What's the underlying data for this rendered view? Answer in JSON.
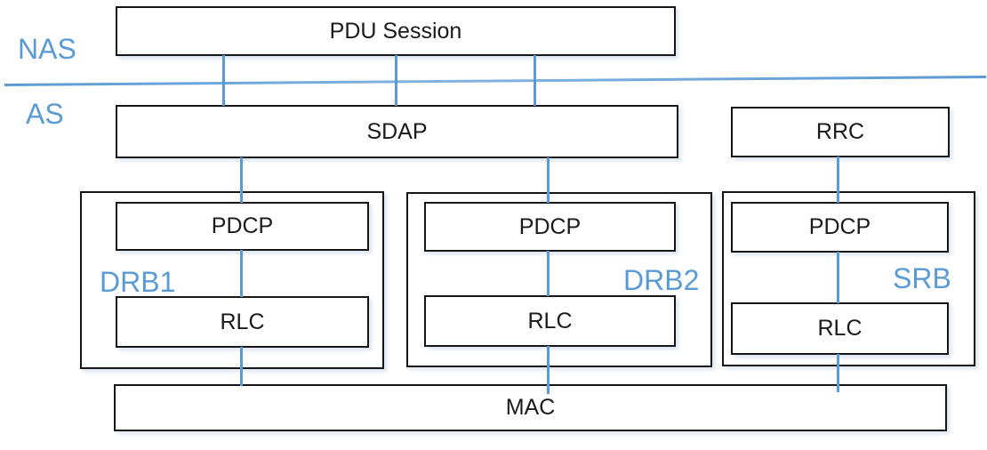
{
  "palette": {
    "accent_blue": "#5B9BD5",
    "box_border": "#161616",
    "box_fill": "#FFFFFF"
  },
  "layer_labels": {
    "nas": "NAS",
    "as": "AS"
  },
  "boxes": {
    "pdu_session": "PDU Session",
    "sdap": "SDAP",
    "rrc": "RRC",
    "mac": "MAC"
  },
  "groups": [
    {
      "label": "DRB1",
      "pdcp": "PDCP",
      "rlc": "RLC"
    },
    {
      "label": "DRB2",
      "pdcp": "PDCP",
      "rlc": "RLC"
    },
    {
      "label": "SRB",
      "pdcp": "PDCP",
      "rlc": "RLC"
    }
  ]
}
